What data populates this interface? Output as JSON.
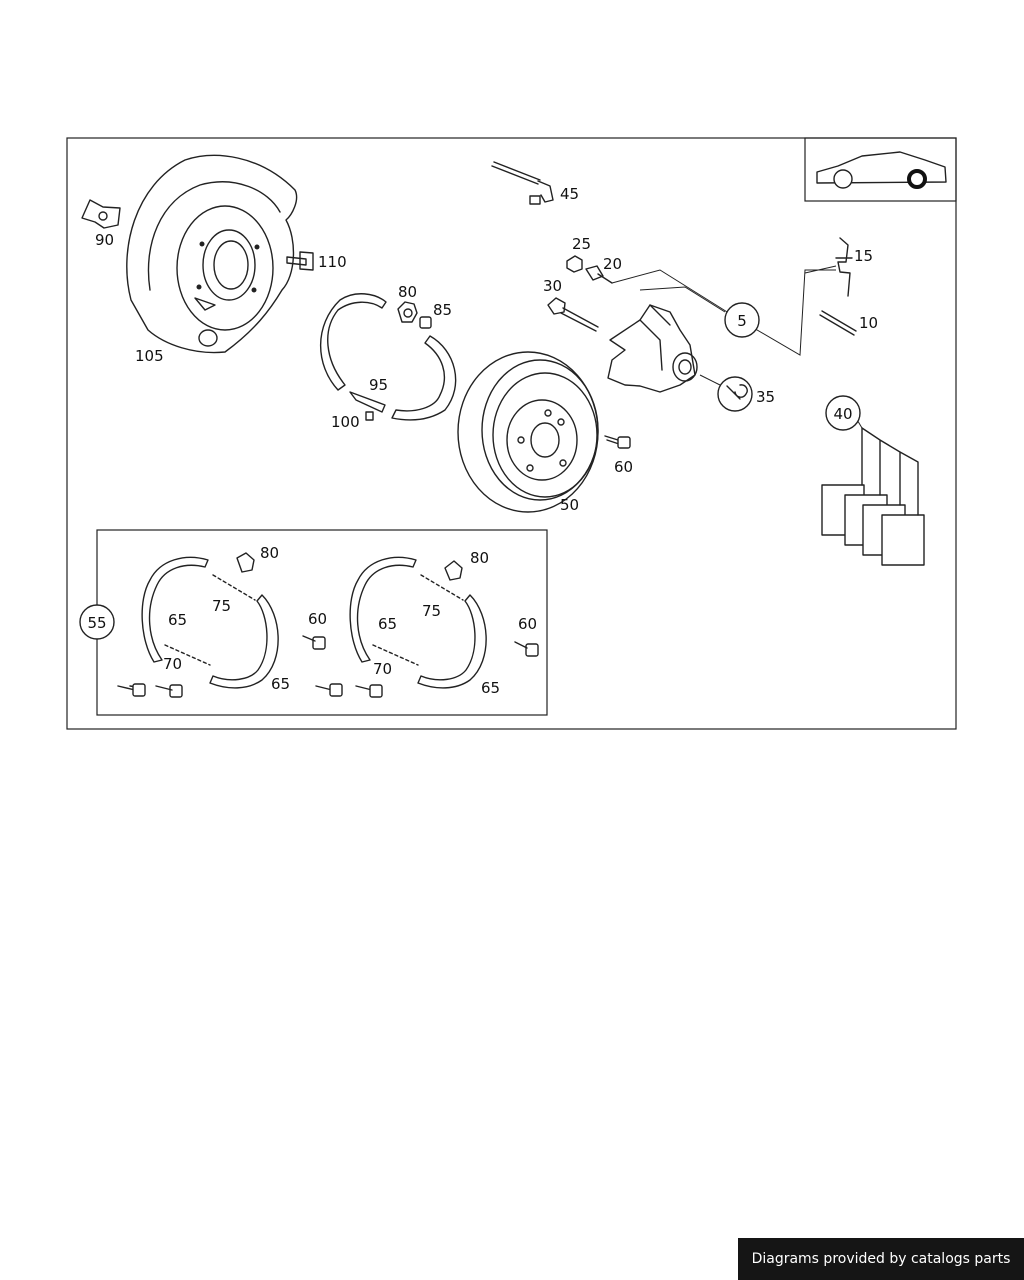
{
  "callouts": {
    "c5": "5",
    "c10": "10",
    "c15": "15",
    "c20": "20",
    "c25": "25",
    "c30": "30",
    "c35": "35",
    "c40": "40",
    "c45": "45",
    "c50": "50",
    "c55": "55",
    "c60": "60",
    "c65": "65",
    "c70": "70",
    "c75": "75",
    "c80": "80",
    "c85": "85",
    "c90": "90",
    "c95": "95",
    "c100": "100",
    "c105": "105",
    "c110": "110"
  },
  "footer": {
    "text": "Diagrams provided by catalogs parts"
  }
}
